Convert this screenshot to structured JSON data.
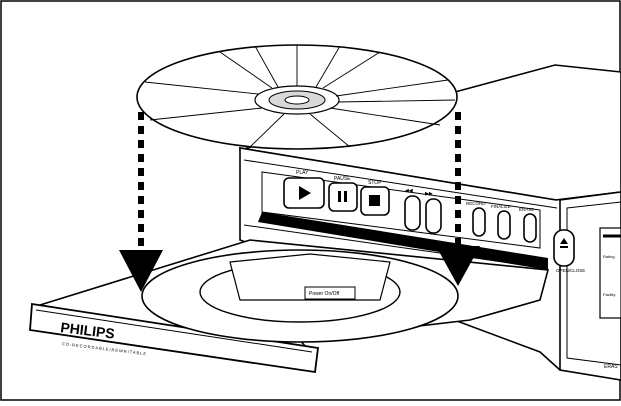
{
  "device": {
    "brand": "PHILIPS",
    "model_line": "CD-RECORDABLE/REWRITABLE",
    "tray_label": "Power On/Off",
    "buttons": {
      "play": "PLAY",
      "pause": "PAUSE",
      "stop": "STOP",
      "prev": "◀◀",
      "next": "▶▶",
      "record": "RECORD",
      "finalize": "FINALIZE",
      "erase": "ERASE",
      "open_close": "OPEN/CLOSE"
    },
    "display_fragments": {
      "line1": "Rating",
      "line2": "Facility",
      "corner": "ERAS"
    }
  },
  "arrows": {
    "count": 2,
    "style": "dashed",
    "direction": "down"
  },
  "colors": {
    "ink": "#000000",
    "paper": "#ffffff",
    "shade": "#d9d9d9"
  }
}
